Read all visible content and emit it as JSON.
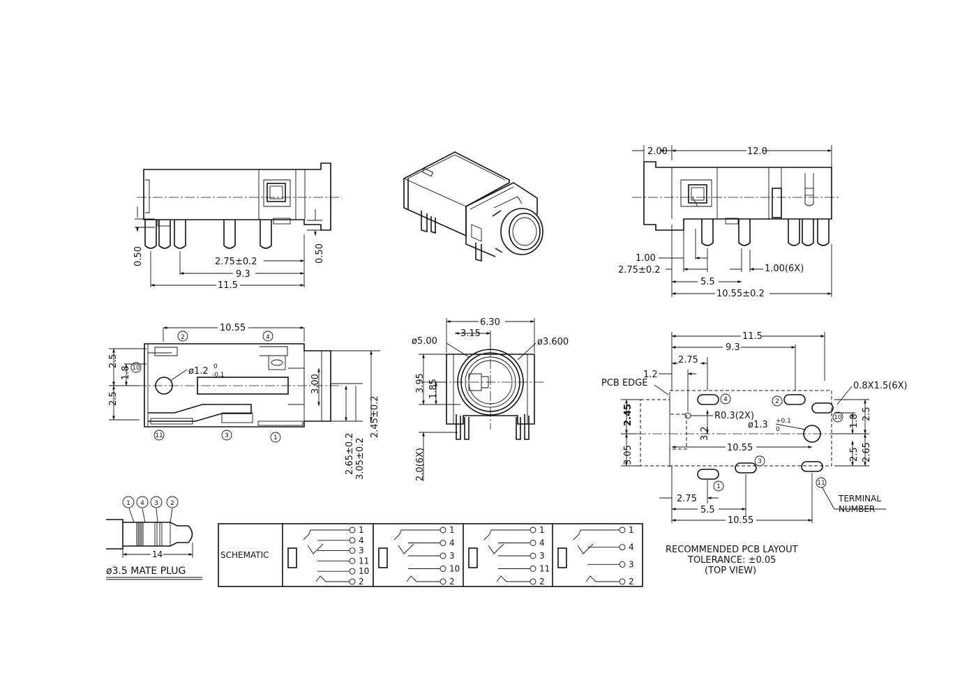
{
  "views": {
    "front": {
      "dim_050_left": "0.50",
      "dim_050_right": "0.50",
      "dim_275": "2.75±0.2",
      "dim_93": "9.3",
      "dim_115": "11.5"
    },
    "side": {
      "dim_200": "2.00",
      "dim_120": "12.0",
      "dim_100": "1.00",
      "dim_275": "2.75±0.2",
      "dim_100_6x": "1.00(6X)",
      "dim_55": "5.5",
      "dim_1055": "10.55±0.2"
    },
    "top": {
      "dim_1055": "10.55",
      "dim_25a": "2.5",
      "dim_18": "1.8",
      "dim_25b": "2.5",
      "dim_hole": "ø1.2",
      "dim_hole_tol_hi": "0",
      "dim_hole_tol_lo": "-0.1",
      "dim_300": "3.00",
      "dim_265": "2.65±0.2",
      "dim_305": "3.05±0.2",
      "dim_245": "2.45±0.2",
      "pin_2": "2",
      "pin_4": "4",
      "pin_10": "10",
      "pin_11": "11",
      "pin_3": "3",
      "pin_1": "1"
    },
    "end": {
      "dim_630": "6.30",
      "dim_500": "ø5.00",
      "dim_315": "3.15",
      "dim_3600": "ø3.600",
      "dim_395": "3.95",
      "dim_185": "1.85",
      "dim_20_6x": "2.0(6X)"
    },
    "pcb": {
      "dim_115": "11.5",
      "dim_93": "9.3",
      "dim_12": "1.2",
      "dim_275_top": "2.75",
      "pcb_edge": "PCB EDGE",
      "slot": "0.8X1.5(6X)",
      "dim_245": "2.45",
      "r03": "R0.3(2X)",
      "hole": "ø1.3",
      "hole_tol_hi": "+0.1",
      "hole_tol_lo": "0",
      "dim_32": "3.2",
      "dim_1055_mid": "10.55",
      "dim_305": "3.05",
      "dim_18": "1.8",
      "dim_25_right": "2.5",
      "dim_25_low": "2.5",
      "dim_265": "2.65",
      "dim_275_bot": "2.75",
      "dim_55": "5.5",
      "dim_1055_bot": "10.55",
      "terminal_1": "TERMINAL",
      "terminal_2": "NUMBER",
      "pin_4": "4",
      "pin_2": "2",
      "pin_10": "10",
      "pin_3": "3",
      "pin_1": "1",
      "pin_11": "11",
      "caption_1": "RECOMMENDED PCB LAYOUT",
      "caption_2": "TOLERANCE: ±0.05",
      "caption_3": "(TOP VIEW)"
    },
    "plug": {
      "n1": "1",
      "n4": "4",
      "n3": "3",
      "n2": "2",
      "dim_14": "14",
      "caption": "ø3.5 MATE PLUG"
    },
    "schematic": {
      "label": "SCHEMATIC",
      "blocks": [
        {
          "pins": [
            "1",
            "4",
            "3",
            "11",
            "10",
            "2"
          ]
        },
        {
          "pins": [
            "1",
            "4",
            "3",
            "10",
            "2"
          ]
        },
        {
          "pins": [
            "1",
            "4",
            "3",
            "11",
            "2"
          ]
        },
        {
          "pins": [
            "1",
            "4",
            "3",
            "2"
          ]
        }
      ]
    }
  }
}
